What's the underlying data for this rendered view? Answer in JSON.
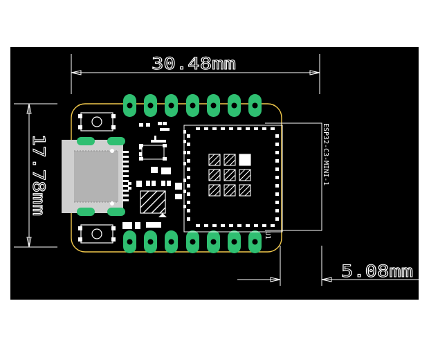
{
  "dimensions": {
    "width_label": "30.48mm",
    "height_label": "17.78mm",
    "offset_label": "5.08mm"
  },
  "module": {
    "label": "ESP32-C3-MINI-1",
    "designator": "U1"
  },
  "colors": {
    "background": "#000000",
    "silkscreen": "#ffffff",
    "copper_pad": "#2fbf71",
    "board_outline": "#f2c94c",
    "usb_shell": "#cfcfcf"
  },
  "pads": {
    "top_row_count": 7,
    "bottom_row_count": 7,
    "usb_tab_count": 4
  }
}
